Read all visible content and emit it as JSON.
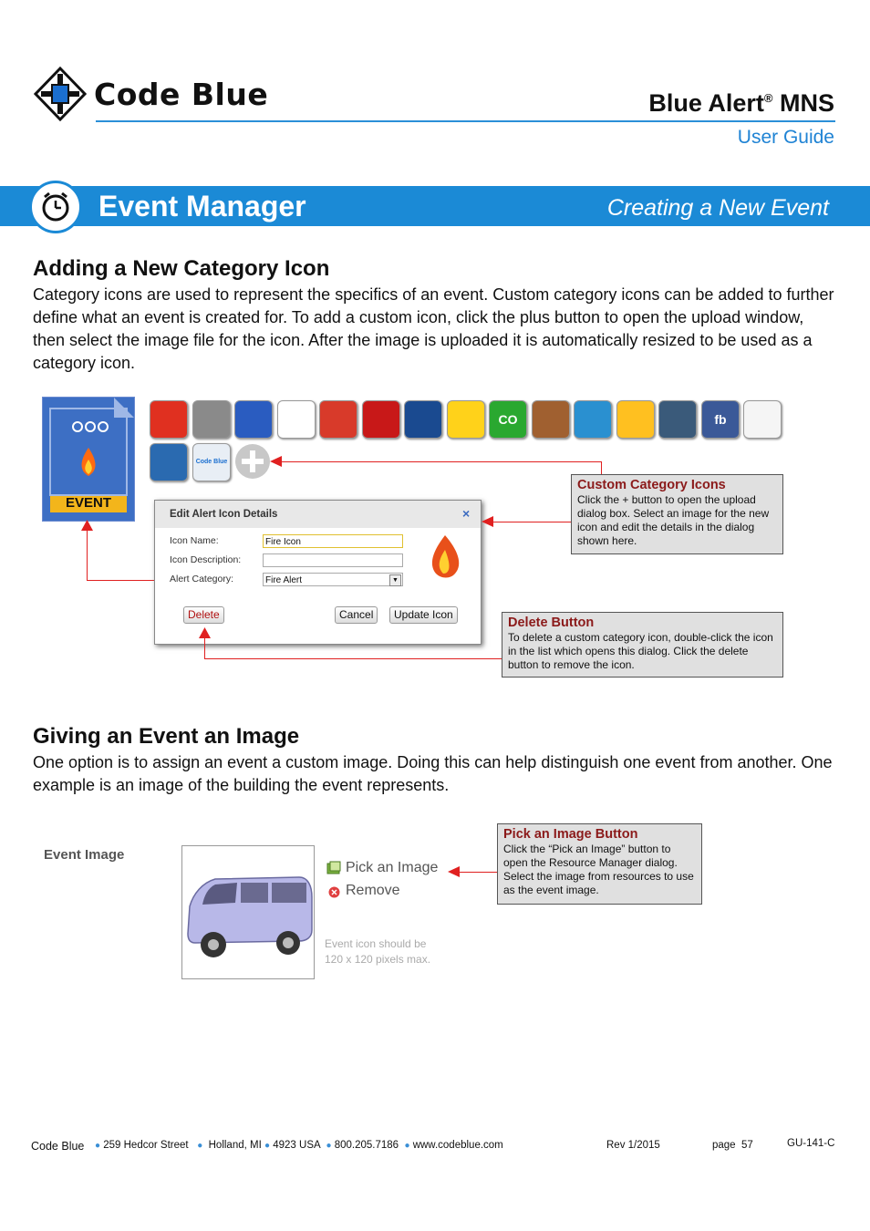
{
  "header": {
    "logo_text": "Code Blue",
    "product_name": "Blue Alert",
    "product_reg": "®",
    "product_suffix": "MNS",
    "guide": "User Guide"
  },
  "banner": {
    "title": "Event Manager",
    "subtitle": "Creating a New Event"
  },
  "section1": {
    "heading": "Adding a New Category Icon",
    "body": "Category icons are used to represent the specifics of an event.  Custom category icons can be added to further define what an event is created for.  To add a custom icon, click the plus button to open the upload window, then select the image file for the icon.  After the image is uploaded it is automatically resized to be used as a category icon.",
    "event_file_label": "EVENT",
    "icon_colors": [
      "#e03020",
      "#8a8a8a",
      "#2a5cc0",
      "#ffffff",
      "#d83a2a",
      "#c81818",
      "#1a4a90",
      "#ffd21a",
      "#2aa830",
      "#a06030",
      "#2a90d0",
      "#ffc020",
      "#3a5a7a",
      "#3b5998",
      "#f5f5f5",
      "#2a6ab0",
      "#e8eef5"
    ],
    "icon_names": [
      "fire-icon",
      "weather-alert-icon",
      "medical-icon",
      "hazard-icon",
      "first-aid-icon",
      "security-shield-icon",
      "police-badge-icon",
      "radiation-icon",
      "co-icon",
      "train-icon",
      "network-icon",
      "unknown-alert-icon",
      "camera-icon",
      "facebook-icon",
      "email-icon",
      "monitor-icon",
      "code-blue-icon"
    ],
    "icon_texts": {
      "co-icon": "CO",
      "facebook-icon": "fb",
      "code-blue-icon": "Code Blue"
    },
    "dialog": {
      "title": "Edit Alert Icon Details",
      "close": "×",
      "name_label": "Icon Name:",
      "name_value": "Fire Icon",
      "desc_label": "Icon Description:",
      "desc_value": "",
      "category_label": "Alert Category:",
      "category_value": "Fire Alert",
      "delete_label": "Delete",
      "cancel_label": "Cancel",
      "update_label": "Update Icon"
    },
    "callout_custom": {
      "title": "Custom Category Icons",
      "body": "Click the + button to open the upload dialog box.  Select an image for the new icon and edit the details in the dialog shown here."
    },
    "callout_delete": {
      "title": "Delete Button",
      "body": "To delete a custom category icon, double-click the icon in the list which opens this dialog.  Click the delete button to remove the icon."
    }
  },
  "section2": {
    "heading": "Giving an Event an Image",
    "body": "One option is to assign an event a custom image.  Doing this can help distinguish one event from another.  One example is an image of the building the event represents.",
    "event_image_label": "Event Image",
    "pick_label": "Pick an Image",
    "remove_label": "Remove",
    "hint_line1": "Event icon should be",
    "hint_line2": "120 x 120 pixels max.",
    "callout_pick": {
      "title": "Pick an Image Button",
      "body": "Click the “Pick an Image” button to open the Resource Manager dialog.  Select the image from resources to use as the event image."
    }
  },
  "footer": {
    "company": "Code Blue",
    "street": "259 Hedcor Street",
    "city": "Holland, MI",
    "zip": "4923 USA",
    "phone": "800.205.7186",
    "web": "www.codeblue.com",
    "rev": "Rev 1/2015",
    "page_label": "page",
    "page_num": "57",
    "doc_id": "GU-141-C"
  }
}
